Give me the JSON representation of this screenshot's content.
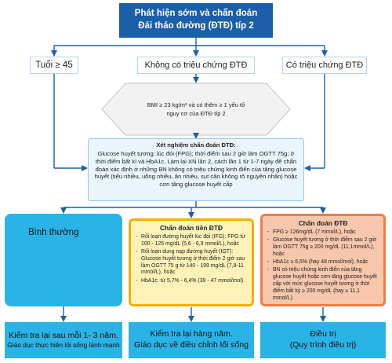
{
  "title": {
    "line1": "Phát hiện sớm và chẩn đoán",
    "line2": "Đái tháo đường (ĐTĐ) típ 2"
  },
  "branches": {
    "age": "Tuổi ≥ 45",
    "no_symptom": "Không có triệu chứng ĐTĐ",
    "symptom": "Có triệu chứng ĐTĐ"
  },
  "bmi": {
    "line1": "BMI ≥ 23 kg/m² và có thêm ≥ 1 yếu tố",
    "line2": "nguy cơ của ĐTĐ típ 2"
  },
  "test": {
    "title": "Xét nghiệm chẩn đoán ĐTĐ:",
    "body": "Glucose huyết tương: lúc đói (FPG); thời điểm sau 2 giờ làm OGTT 75g; ở thời điểm bất kì và HbA1c. Làm lại XN lần 2, cách lần 1 từ 1-7 ngày để chẩn đoán xác định ở những BN không có triệu chứng kinh điển của tăng glucose huyết (tiểu nhiều, uống nhiều, ăn nhiều, sụt cân không rõ nguyên nhân) hoặc cơn tăng glucose huyết cấp"
  },
  "normal": {
    "label": "Bình thường"
  },
  "prediabetes": {
    "title": "Chẩn đoán tiền ĐTĐ",
    "items": [
      "Rối loạn đường huyết lúc đói (IFG): FPG từ 100 - 125 mg/dL (5,6 - 6,9 mmol/L), hoặc",
      "Rối loạn dung nạp đường huyết (IGT): Glucose huyết tương ở thời điểm 2 giờ sau làm OGTT 75 g từ 140 - 199 mg/dL (7,8-11 mmol/L), hoặc",
      "HbA1c: từ 5,7% - 6,4% (39 - 47 mmol/mol)."
    ]
  },
  "diabetes": {
    "title": "Chẩn đoán ĐTĐ",
    "items": [
      "FPG ≥ 126mg/dL (7 mmol/L), hoặc",
      "Glucose huyết tương ở thời điểm sau 2 giờ làm OGTT 75g ≥ 200 mg/dL (11,1mmol/L), hoặc",
      "HbA1c ≥ 6,5% (hay 48 mmol/mol), hoặc",
      "BN có triệu chứng kinh điển của tăng glucose huyết hoặc cơn tăng glucose huyết cấp với mức glucose huyết tương ở thời điểm bất kỳ ≥ 200 mg/dL (hay ≥ 11,1 mmol/L)."
    ]
  },
  "outcomes": {
    "normal_main": "Kiểm tra lại sau mỗi 1- 3 năm.",
    "normal_sub": "Giáo dục thực hiện lối sống lành mạnh",
    "pre_main": "Kiểm tra lại hàng năm.",
    "pre_sub": "Giáo dục về điều chỉnh lối sống",
    "dm_main": "Điều trị",
    "dm_sub": "(Quy trình điều trị)"
  },
  "colors": {
    "title_bg": "#1b5fa8",
    "arrow": "#1b5fa8",
    "normal_bg": "#29b3e6",
    "pre_bg": "#fff2b8",
    "pre_border": "#f0b000",
    "dm_bg": "#f7c7ad",
    "dm_border": "#ee7d45"
  }
}
